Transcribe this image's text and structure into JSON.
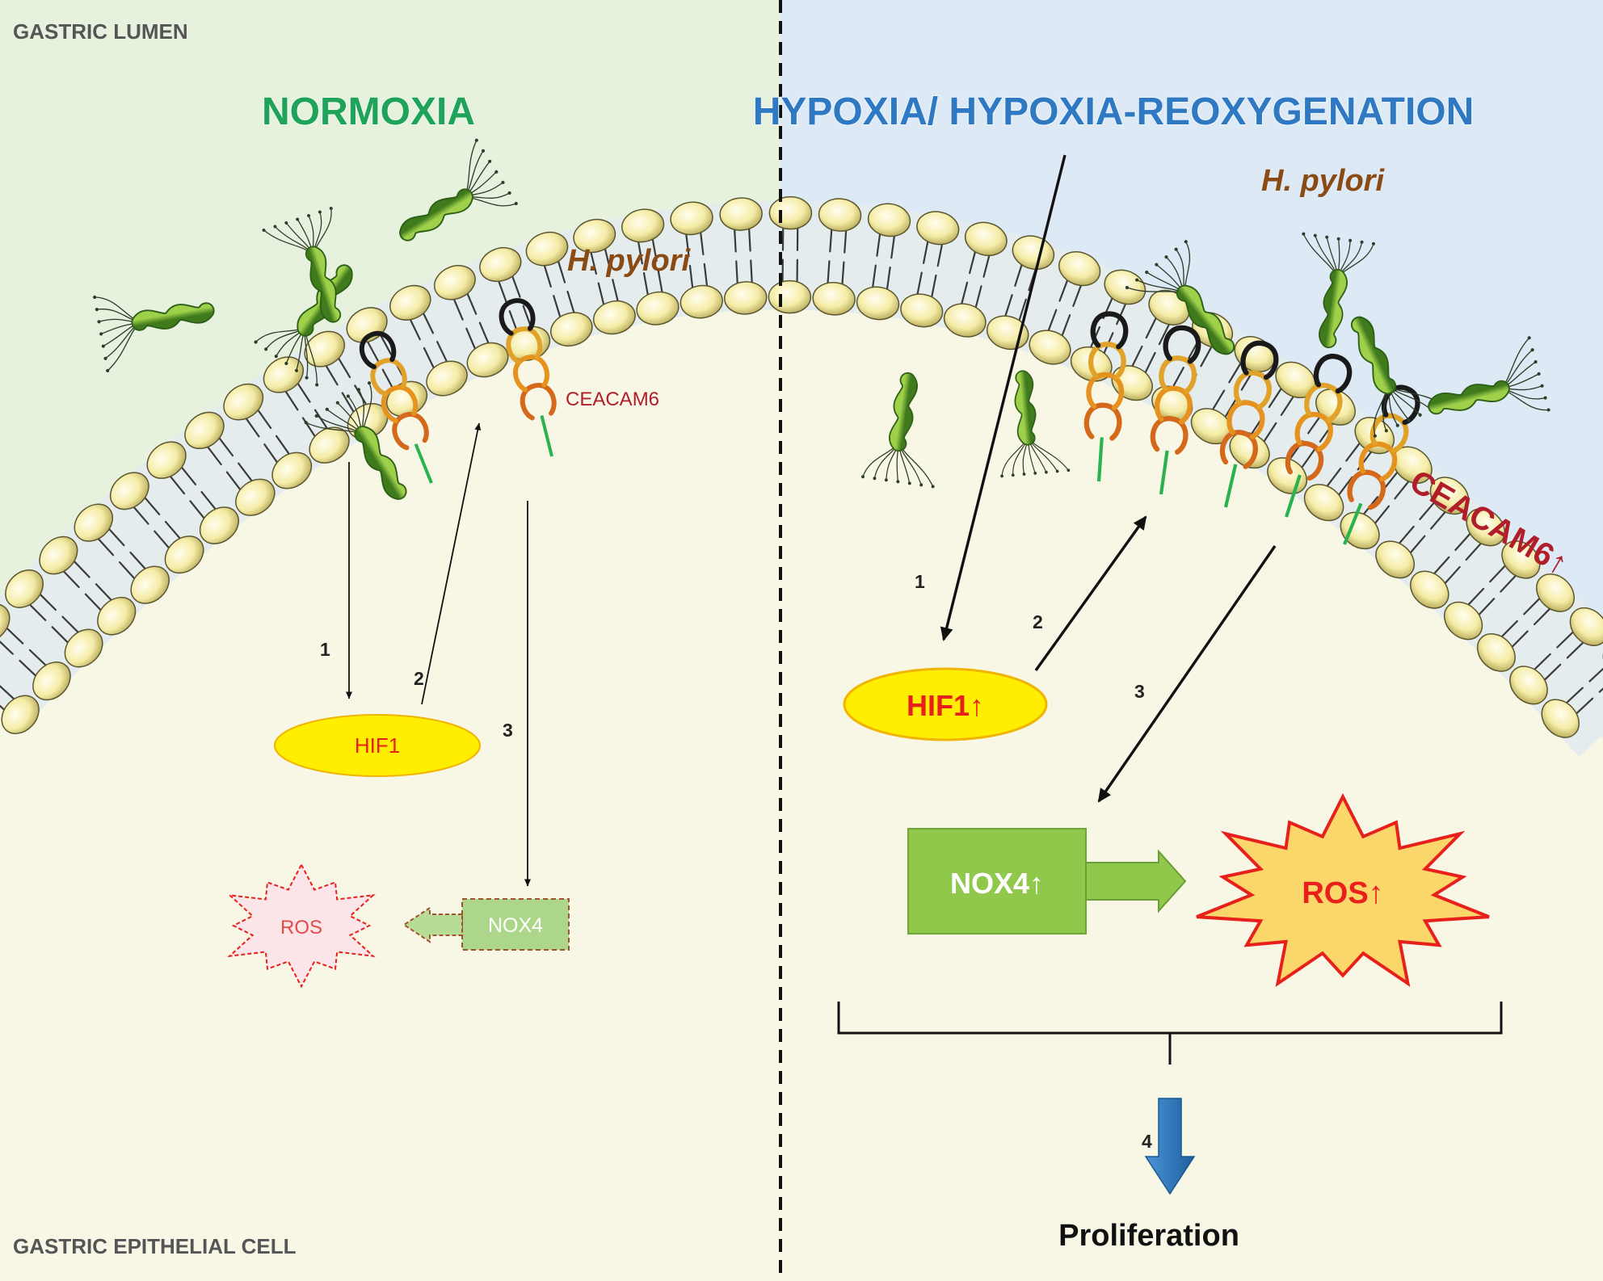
{
  "labels": {
    "lumen": "GASTRIC LUMEN",
    "cell": "GASTRIC EPITHELIAL CELL"
  },
  "normoxia": {
    "title": "NORMOXIA",
    "species": "H. pylori",
    "receptor": "CEACAM6",
    "hif": "HIF1",
    "nox": "NOX4",
    "ros": "ROS",
    "steps": [
      "1",
      "2",
      "3"
    ]
  },
  "hypoxia": {
    "title": "HYPOXIA/ HYPOXIA-REOXYGENATION",
    "species": "H. pylori",
    "receptor": "CEACAM6↑",
    "hif": "HIF1↑",
    "nox": "NOX4↑",
    "ros": "ROS↑",
    "steps": [
      "1",
      "2",
      "3",
      "4"
    ],
    "outcome": "Proliferation"
  },
  "colors": {
    "normoxia_bg": "#e6f1de",
    "hypoxia_bg": "#dde9f4",
    "cytoplasm": "#f8f7e6",
    "normoxia_title": "#1fa35a",
    "hypoxia_title": "#2f79c3",
    "hif_fill": "#ffee00",
    "nox_fill": "#8fc84a",
    "ros_fill": "#fbd66a",
    "ros_stroke": "#e8201c",
    "receptor_label": "#b01e2a",
    "species_label": "#8a4a14",
    "outcome_arrow": "#2a73b8"
  }
}
